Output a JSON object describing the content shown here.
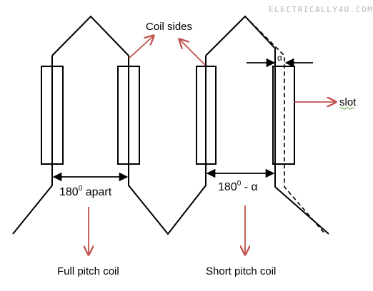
{
  "watermark": "ELECTRICALLY4U.COM",
  "labels": {
    "coil_sides": "Coil sides",
    "slot": "slot",
    "full_pitch_span_base": "180",
    "full_pitch_span_sup": "0",
    "full_pitch_span_rest": " apart",
    "short_pitch_span_base": "180",
    "short_pitch_span_sup": "0",
    "short_pitch_span_rest": " - α",
    "alpha": "α",
    "full_pitch_coil": "Full pitch coil",
    "short_pitch_coil": "Short pitch coil"
  },
  "colors": {
    "line": "#000000",
    "arrow": "#c0504d",
    "watermark": "#b3b3b3"
  }
}
